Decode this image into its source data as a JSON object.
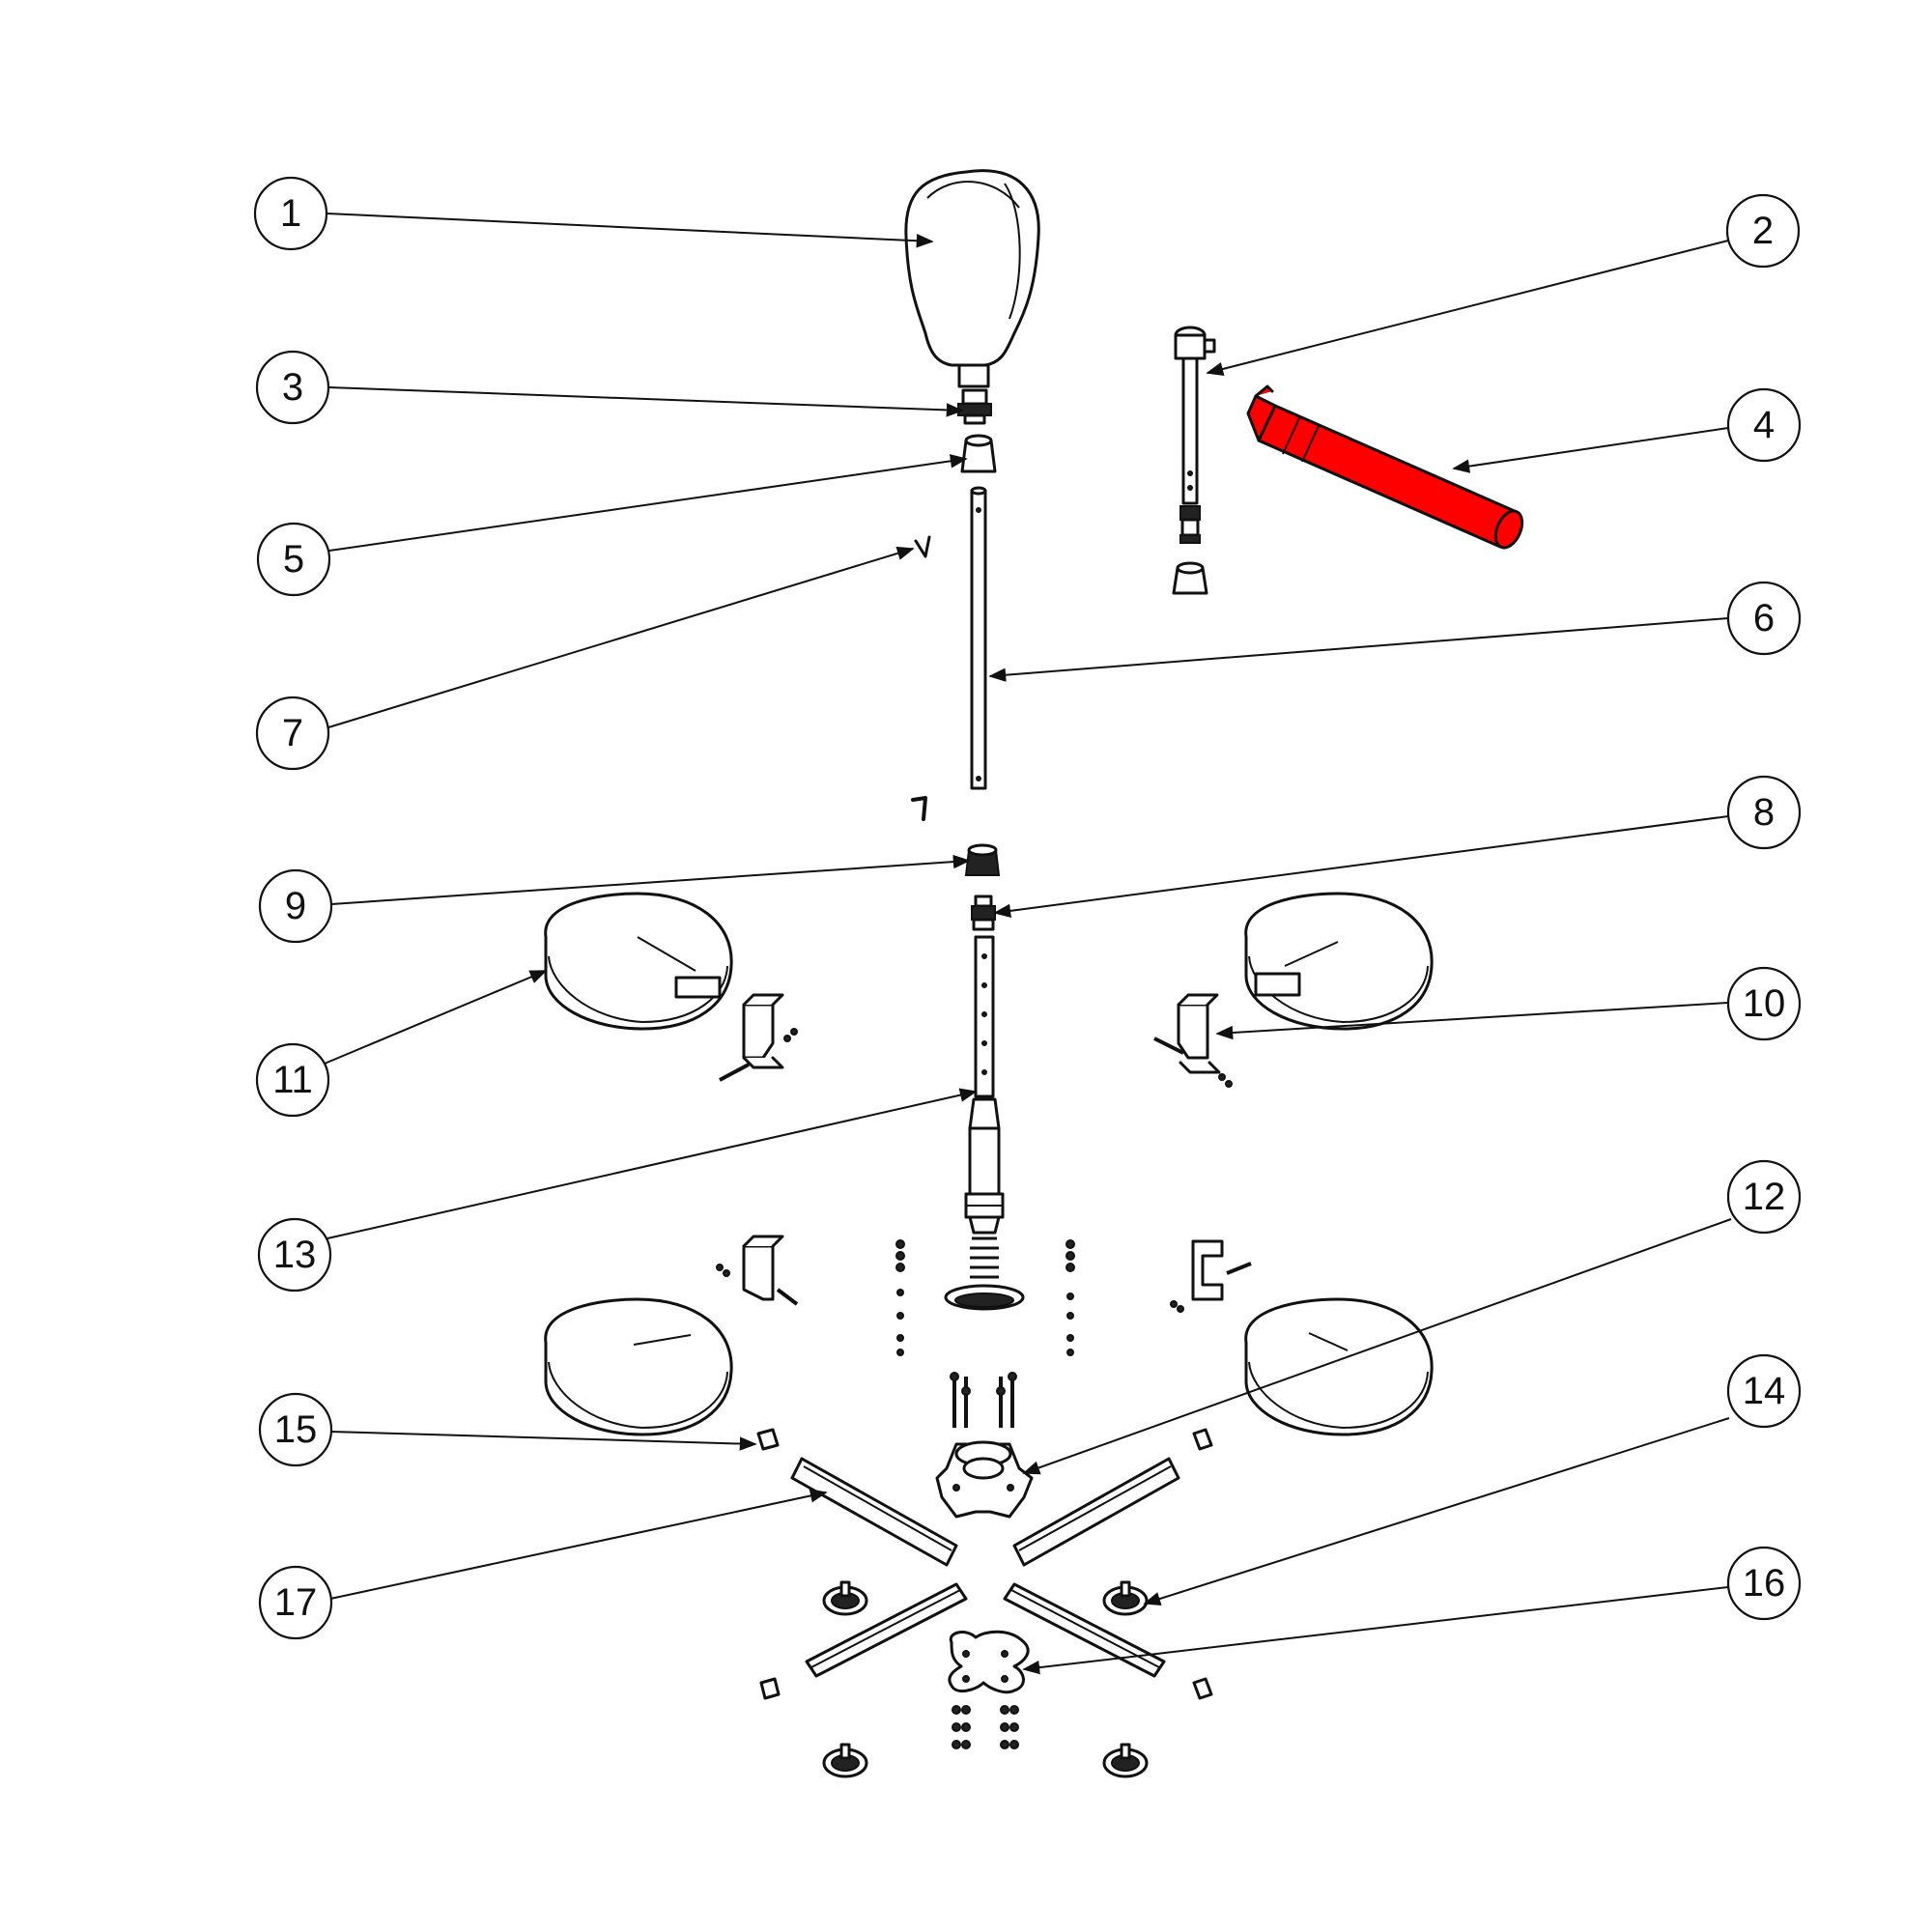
{
  "diagram": {
    "highlight_color": "#ff0000",
    "callouts": [
      {
        "label": "1"
      },
      {
        "label": "2"
      },
      {
        "label": "3"
      },
      {
        "label": "4"
      },
      {
        "label": "5"
      },
      {
        "label": "6"
      },
      {
        "label": "7"
      },
      {
        "label": "8"
      },
      {
        "label": "9"
      },
      {
        "label": "10"
      },
      {
        "label": "11"
      },
      {
        "label": "12"
      },
      {
        "label": "13"
      },
      {
        "label": "14"
      },
      {
        "label": "15"
      },
      {
        "label": "16"
      },
      {
        "label": "17"
      }
    ]
  }
}
